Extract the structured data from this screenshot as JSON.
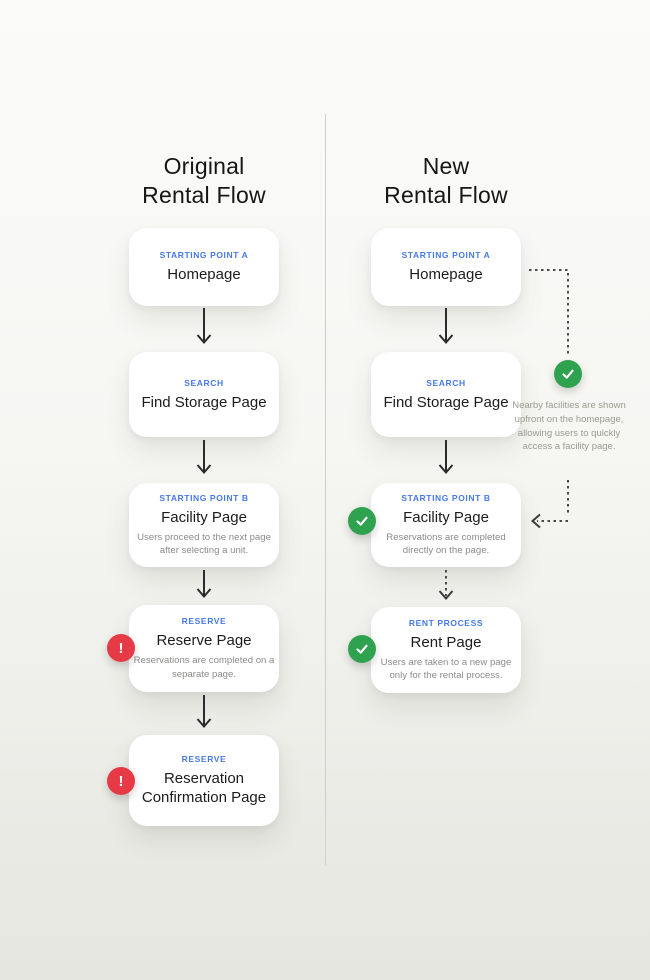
{
  "colors": {
    "accent_blue": "#4679E8",
    "check_green": "#2EA24F",
    "alert_red": "#E63B46",
    "arrow_dark": "#2B2B2B",
    "dashed_gray": "#4A4A4A",
    "divider_gray": "#CFCFC9",
    "text_dark": "#161616",
    "text_gray": "#8B8B88"
  },
  "icons": {
    "alert_glyph": "!",
    "check_icon": "checkmark"
  },
  "columns": [
    {
      "id": "original",
      "title_lines": [
        "Original",
        "Rental Flow"
      ],
      "nodes": [
        {
          "tag": "STARTING POINT A",
          "title": "Homepage"
        },
        {
          "tag": "SEARCH",
          "title": "Find Storage Page"
        },
        {
          "tag": "STARTING POINT B",
          "title": "Facility Page",
          "desc": "Users proceed to the next page after selecting a unit."
        },
        {
          "tag": "RESERVE",
          "title": "Reserve Page",
          "desc": "Reservations are completed on a separate page.",
          "badge": "alert"
        },
        {
          "tag": "RESERVE",
          "title": "Reservation Confirmation Page",
          "badge": "alert"
        }
      ]
    },
    {
      "id": "new",
      "title_lines": [
        "New",
        "Rental Flow"
      ],
      "nodes": [
        {
          "tag": "STARTING POINT A",
          "title": "Homepage"
        },
        {
          "tag": "SEARCH",
          "title": "Find Storage Page"
        },
        {
          "tag": "STARTING POINT B",
          "title": "Facility Page",
          "desc": "Reservations are completed directly on the page.",
          "badge": "check"
        },
        {
          "tag": "RENT PROCESS",
          "title": "Rent Page",
          "desc": "Users are taken to a new page only for the rental process.",
          "badge": "check"
        }
      ]
    }
  ],
  "annotation": {
    "text": "Nearby facilities are shown upfront on the homepage, allowing users to quickly access a facility page."
  }
}
